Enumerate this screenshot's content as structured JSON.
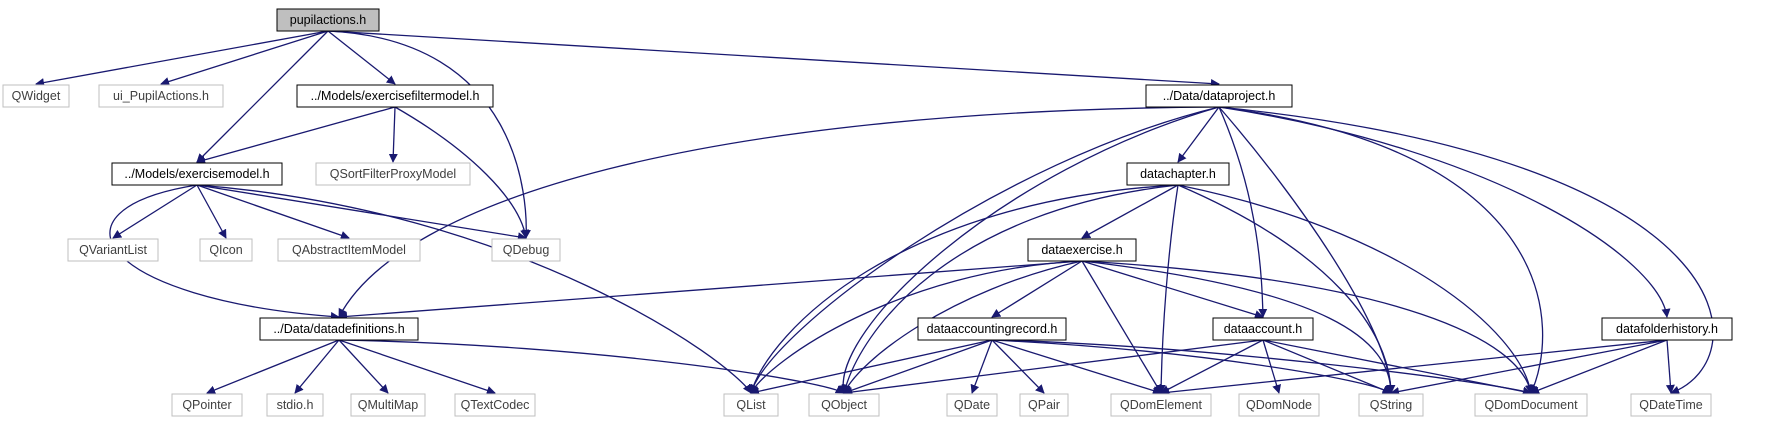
{
  "colors": {
    "edge": "#191970",
    "node_border_project": "#000000",
    "node_border_external": "#bfbfbf",
    "node_fill_root": "#bfbfbf",
    "node_fill": "#ffffff",
    "text_project": "#000000",
    "text_external": "#404040"
  },
  "nodes": [
    {
      "id": "pupilactions",
      "label": "pupilactions.h",
      "kind": "root"
    },
    {
      "id": "qwidget",
      "label": "QWidget",
      "kind": "external"
    },
    {
      "id": "ui_pupil",
      "label": "ui_PupilActions.h",
      "kind": "external"
    },
    {
      "id": "exfiltermodel",
      "label": "../Models/exercisefiltermodel.h",
      "kind": "project"
    },
    {
      "id": "dataproject",
      "label": "../Data/dataproject.h",
      "kind": "project"
    },
    {
      "id": "exmodel",
      "label": "../Models/exercisemodel.h",
      "kind": "project"
    },
    {
      "id": "qsortfilter",
      "label": "QSortFilterProxyModel",
      "kind": "external"
    },
    {
      "id": "datachapter",
      "label": "datachapter.h",
      "kind": "project"
    },
    {
      "id": "qvariantlist",
      "label": "QVariantList",
      "kind": "external"
    },
    {
      "id": "qicon",
      "label": "QIcon",
      "kind": "external"
    },
    {
      "id": "qabstractitem",
      "label": "QAbstractItemModel",
      "kind": "external"
    },
    {
      "id": "qdebug",
      "label": "QDebug",
      "kind": "external"
    },
    {
      "id": "dataexercise",
      "label": "dataexercise.h",
      "kind": "project"
    },
    {
      "id": "datadefs",
      "label": "../Data/datadefinitions.h",
      "kind": "project"
    },
    {
      "id": "dataaccrecord",
      "label": "dataaccountingrecord.h",
      "kind": "project"
    },
    {
      "id": "dataaccount",
      "label": "dataaccount.h",
      "kind": "project"
    },
    {
      "id": "datafolderhist",
      "label": "datafolderhistory.h",
      "kind": "project"
    },
    {
      "id": "qpointer",
      "label": "QPointer",
      "kind": "external"
    },
    {
      "id": "stdio",
      "label": "stdio.h",
      "kind": "external"
    },
    {
      "id": "qmultimap",
      "label": "QMultiMap",
      "kind": "external"
    },
    {
      "id": "qtextcodec",
      "label": "QTextCodec",
      "kind": "external"
    },
    {
      "id": "qlist",
      "label": "QList",
      "kind": "external"
    },
    {
      "id": "qobject",
      "label": "QObject",
      "kind": "external"
    },
    {
      "id": "qdate",
      "label": "QDate",
      "kind": "external"
    },
    {
      "id": "qpair",
      "label": "QPair",
      "kind": "external"
    },
    {
      "id": "qdomelement",
      "label": "QDomElement",
      "kind": "external"
    },
    {
      "id": "qdomnode",
      "label": "QDomNode",
      "kind": "external"
    },
    {
      "id": "qstring",
      "label": "QString",
      "kind": "external"
    },
    {
      "id": "qdomdocument",
      "label": "QDomDocument",
      "kind": "external"
    },
    {
      "id": "qdatetime",
      "label": "QDateTime",
      "kind": "external"
    }
  ],
  "edges": [
    {
      "from": "pupilactions",
      "to": "qwidget"
    },
    {
      "from": "pupilactions",
      "to": "ui_pupil"
    },
    {
      "from": "pupilactions",
      "to": "exfiltermodel"
    },
    {
      "from": "pupilactions",
      "to": "exmodel"
    },
    {
      "from": "pupilactions",
      "to": "qdebug"
    },
    {
      "from": "pupilactions",
      "to": "dataproject"
    },
    {
      "from": "exfiltermodel",
      "to": "exmodel"
    },
    {
      "from": "exfiltermodel",
      "to": "qsortfilter"
    },
    {
      "from": "exfiltermodel",
      "to": "qdebug"
    },
    {
      "from": "exmodel",
      "to": "qvariantlist"
    },
    {
      "from": "exmodel",
      "to": "qicon"
    },
    {
      "from": "exmodel",
      "to": "qabstractitem"
    },
    {
      "from": "exmodel",
      "to": "qdebug"
    },
    {
      "from": "exmodel",
      "to": "datadefs"
    },
    {
      "from": "exmodel",
      "to": "qlist"
    },
    {
      "from": "dataproject",
      "to": "datadefs"
    },
    {
      "from": "dataproject",
      "to": "datachapter"
    },
    {
      "from": "dataproject",
      "to": "qlist"
    },
    {
      "from": "dataproject",
      "to": "qobject"
    },
    {
      "from": "dataproject",
      "to": "dataaccount"
    },
    {
      "from": "dataproject",
      "to": "qstring"
    },
    {
      "from": "dataproject",
      "to": "datafolderhist"
    },
    {
      "from": "dataproject",
      "to": "qdomdocument"
    },
    {
      "from": "dataproject",
      "to": "qdatetime"
    },
    {
      "from": "datachapter",
      "to": "dataexercise"
    },
    {
      "from": "datachapter",
      "to": "qlist"
    },
    {
      "from": "datachapter",
      "to": "qobject"
    },
    {
      "from": "datachapter",
      "to": "qdomelement"
    },
    {
      "from": "datachapter",
      "to": "qstring"
    },
    {
      "from": "datachapter",
      "to": "qdomdocument"
    },
    {
      "from": "dataexercise",
      "to": "datadefs"
    },
    {
      "from": "dataexercise",
      "to": "dataaccrecord"
    },
    {
      "from": "dataexercise",
      "to": "dataaccount"
    },
    {
      "from": "dataexercise",
      "to": "qlist"
    },
    {
      "from": "dataexercise",
      "to": "qobject"
    },
    {
      "from": "dataexercise",
      "to": "qdomelement"
    },
    {
      "from": "dataexercise",
      "to": "qstring"
    },
    {
      "from": "dataexercise",
      "to": "qdomdocument"
    },
    {
      "from": "datadefs",
      "to": "qpointer"
    },
    {
      "from": "datadefs",
      "to": "stdio"
    },
    {
      "from": "datadefs",
      "to": "qmultimap"
    },
    {
      "from": "datadefs",
      "to": "qtextcodec"
    },
    {
      "from": "datadefs",
      "to": "qobject"
    },
    {
      "from": "dataaccrecord",
      "to": "qlist"
    },
    {
      "from": "dataaccrecord",
      "to": "qobject"
    },
    {
      "from": "dataaccrecord",
      "to": "qdate"
    },
    {
      "from": "dataaccrecord",
      "to": "qpair"
    },
    {
      "from": "dataaccrecord",
      "to": "qdomelement"
    },
    {
      "from": "dataaccrecord",
      "to": "qstring"
    },
    {
      "from": "dataaccrecord",
      "to": "qdomdocument"
    },
    {
      "from": "dataaccount",
      "to": "qobject"
    },
    {
      "from": "dataaccount",
      "to": "qdomelement"
    },
    {
      "from": "dataaccount",
      "to": "qdomnode"
    },
    {
      "from": "dataaccount",
      "to": "qstring"
    },
    {
      "from": "dataaccount",
      "to": "qdomdocument"
    },
    {
      "from": "datafolderhist",
      "to": "qdomelement"
    },
    {
      "from": "datafolderhist",
      "to": "qstring"
    },
    {
      "from": "datafolderhist",
      "to": "qdomdocument"
    },
    {
      "from": "datafolderhist",
      "to": "qdatetime"
    }
  ]
}
